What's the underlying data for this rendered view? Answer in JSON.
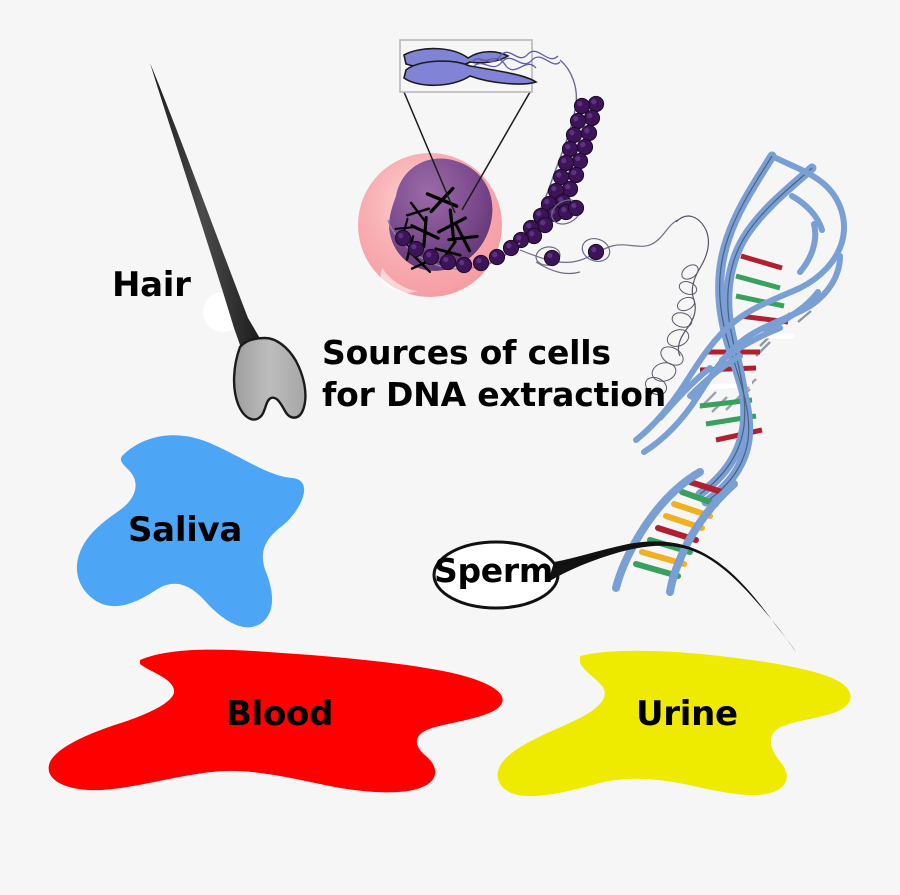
{
  "figure": {
    "title_line1": "Sources of cells",
    "title_line2": "for DNA extraction",
    "background_color": "#f6f6f6"
  },
  "labels": {
    "hair": "Hair",
    "saliva": "Saliva",
    "blood": "Blood",
    "urine": "Urine",
    "sperm": "Sperm"
  },
  "colors": {
    "saliva_blue": "#4da6f5",
    "blood_red": "#ff0000",
    "urine_yellow": "#eeea00",
    "cell_membrane_pink": "#f7a9ad",
    "nucleus_purple": "#7b4a8c",
    "chromosome_blue": "#8184d6",
    "chromatin_purple": "#3d1458",
    "dna_backbone_blue": "#7a9fd4",
    "base_red": "#b02030",
    "base_green": "#3aa060",
    "base_yellow": "#f0b020",
    "hair_shaft_dark": "#2b2b2b",
    "hair_root_gray": "#b0b0b0",
    "sperm_outline": "#111111",
    "sperm_fill": "#ffffff"
  },
  "elements": {
    "cell_diagram": "cell-with-nucleus-and-chromosomes",
    "inset_box": "chromosome-zoom-inset",
    "chromatin": "beads-on-a-string-chromatin",
    "dna": "dna-double-helix",
    "hair": "hair-strand-with-root-bulb",
    "sperm": "sperm-cell",
    "saliva_blob": "saliva-fluid-blob",
    "blood_blob": "blood-fluid-blob",
    "urine_blob": "urine-fluid-blob"
  }
}
